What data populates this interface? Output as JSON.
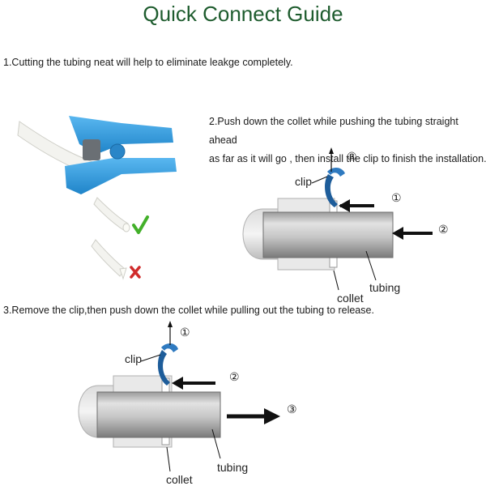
{
  "title": "Quick Connect Guide",
  "step1": "1.Cutting the tubing neat will help to eliminate leakge completely.",
  "step2_line1": "2.Push down the collet while pushing the tubing straight ahead",
  "step2_line2": "as far as it will go , then install the clip to finish the installation.",
  "step3": "3.Remove the clip,then push down the collet while pulling out the tubing to release.",
  "labels": {
    "clip": "clip",
    "collet": "collet",
    "tubing": "tubing"
  },
  "markers": [
    "①",
    "②",
    "③"
  ],
  "colors": {
    "title": "#1e5c2e",
    "cutter": "#2f9be0",
    "clip": "#1e5d9a",
    "check": "#43b02a",
    "cross": "#d02b2b"
  }
}
